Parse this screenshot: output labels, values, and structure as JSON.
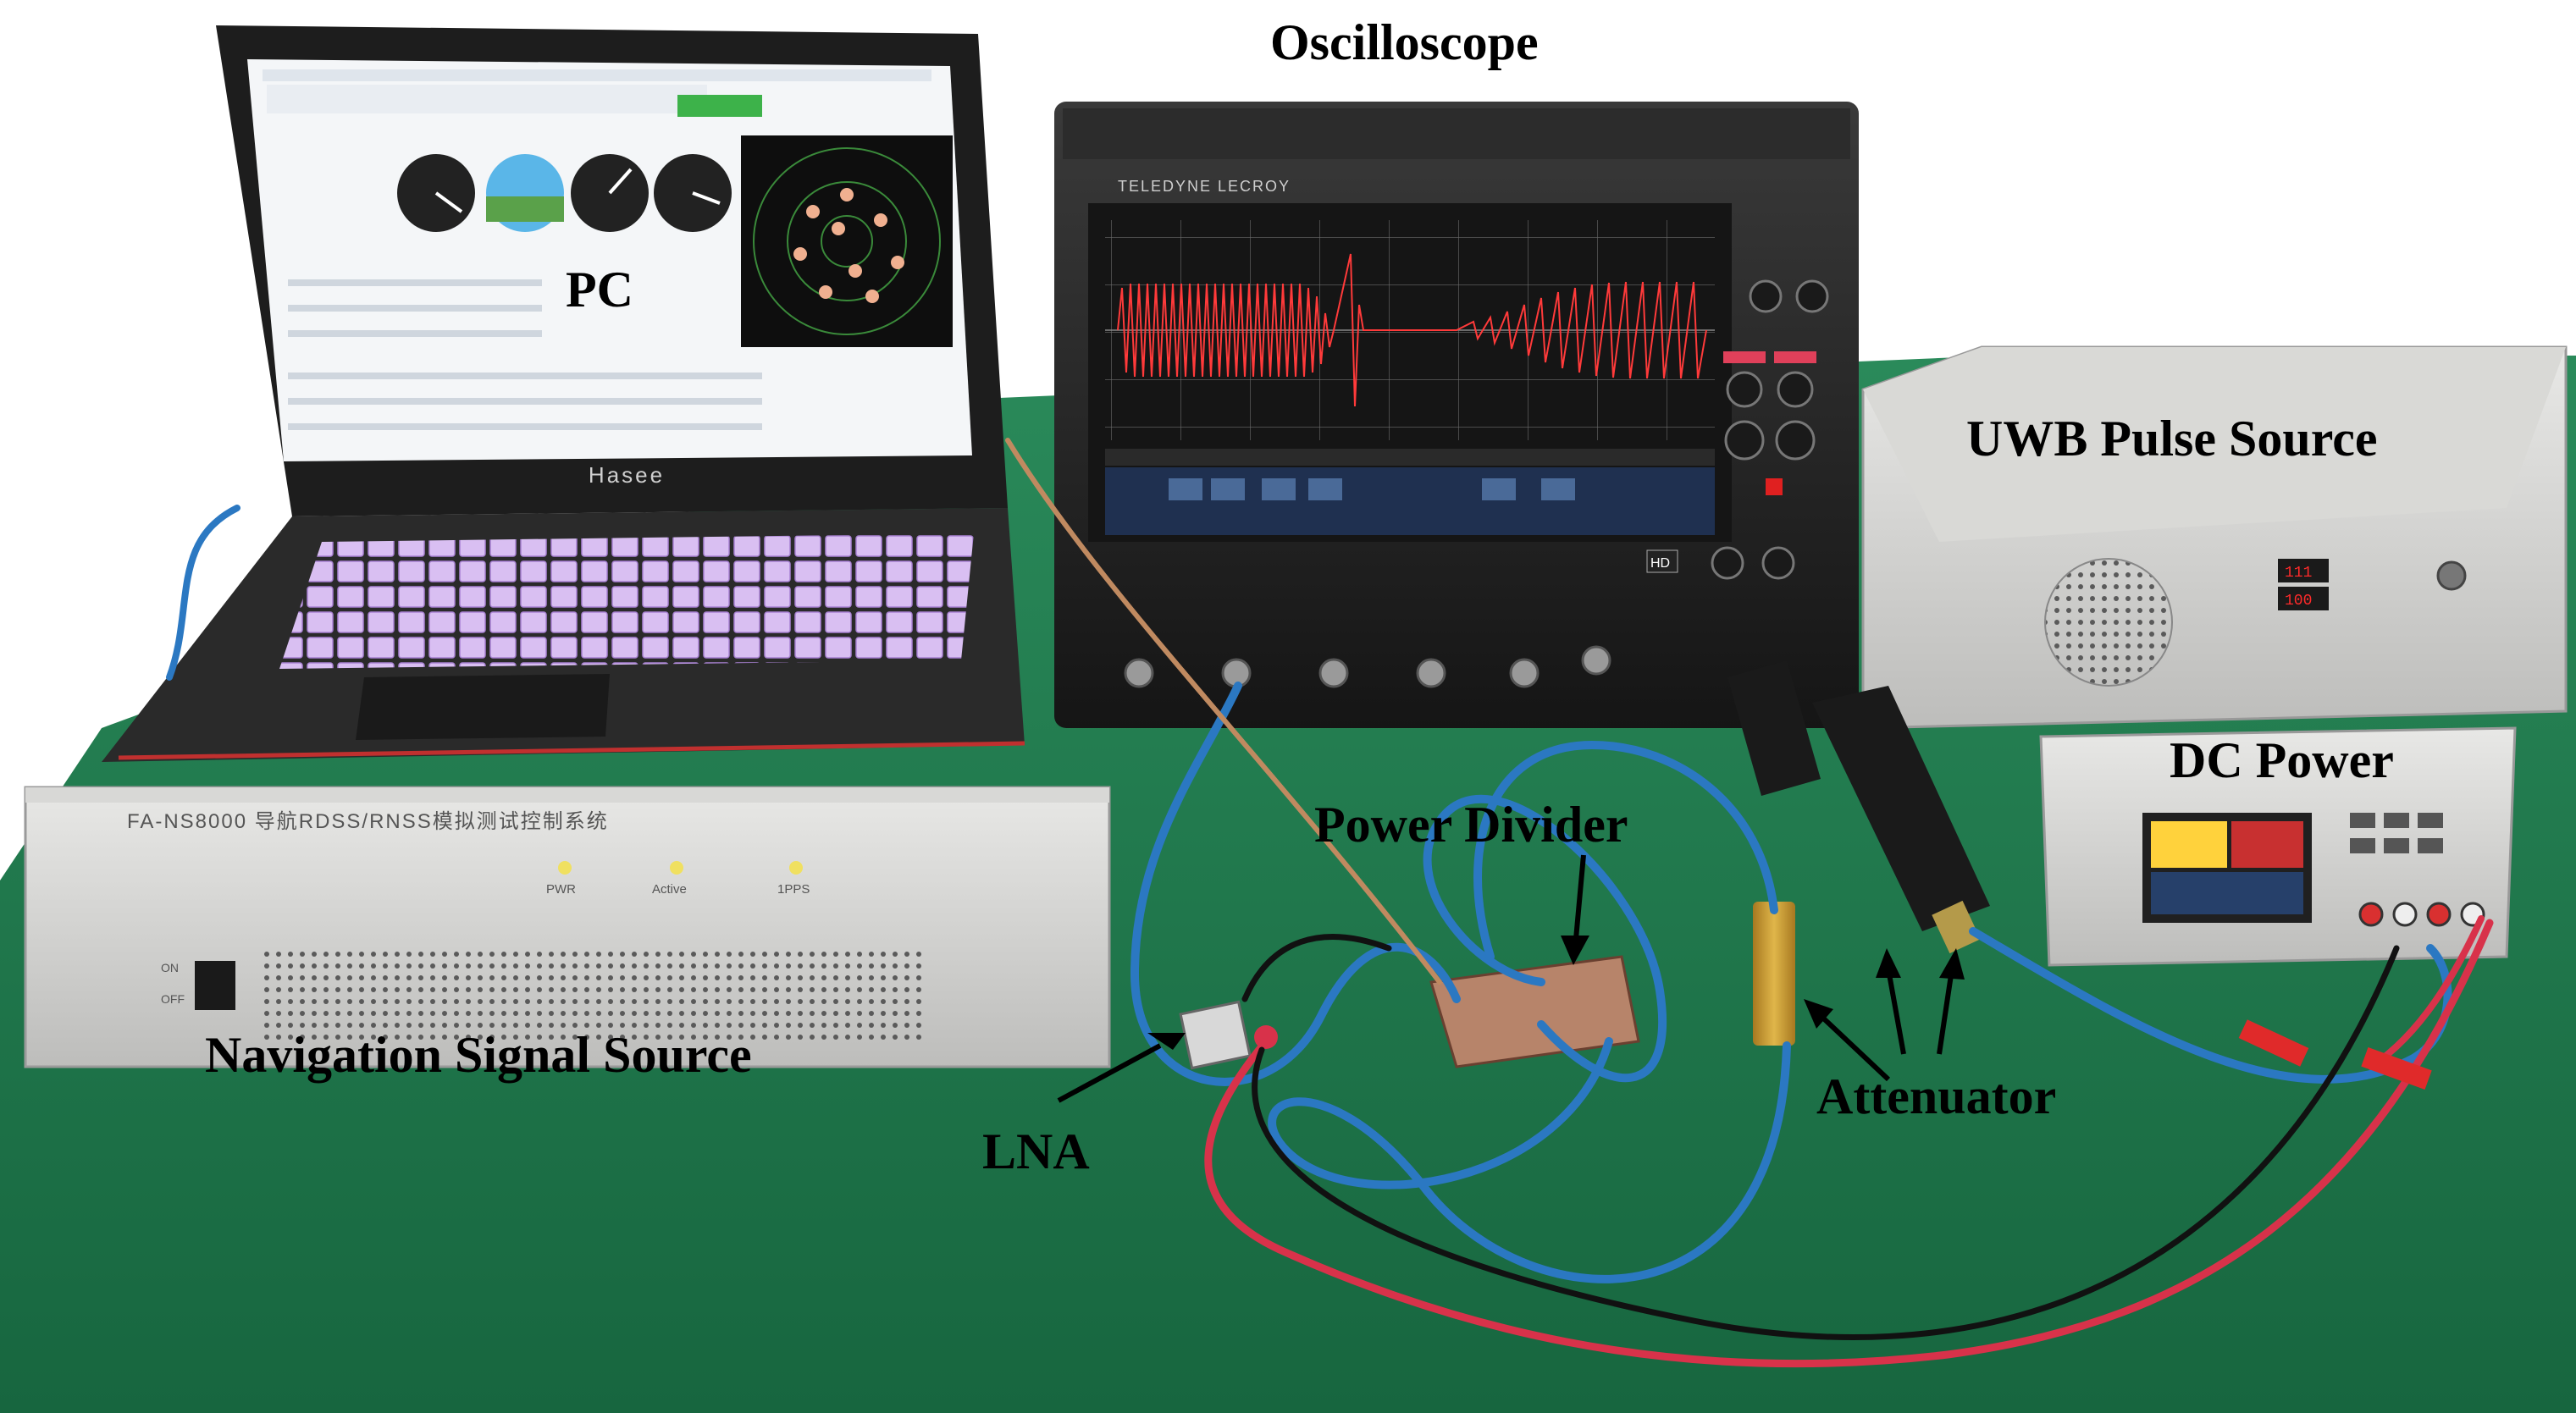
{
  "labels": {
    "oscilloscope": "Oscilloscope",
    "pc": "PC",
    "uwb_pulse_source": "UWB Pulse Source",
    "dc_power": "DC Power",
    "power_divider": "Power Divider",
    "navigation_signal_source": "Navigation Signal Source",
    "lna": "LNA",
    "attenuator": "Attenuator"
  },
  "device_markings": {
    "laptop_brand": "Hasee",
    "nav_source_model": "FA-NS8000",
    "nav_source_title": "导航RDSS/RNSS模拟测试控制系统",
    "nav_led_1": "PWR",
    "nav_led_2": "Active",
    "nav_led_3": "1PPS",
    "nav_switch_on": "ON",
    "nav_switch_off": "OFF",
    "scope_brand": "TELEDYNE LECROY",
    "scope_badge": "HD"
  },
  "colors": {
    "background": "#ffffff",
    "table_green": "#1f7a4e",
    "wall_white": "#f2f2ef",
    "cable_blue": "#2b78c2",
    "cable_red": "#d8324a",
    "waveform_red": "#ff3a3a",
    "keyboard_purple": "#c9a6e8",
    "brass_gold": "#c99a2e"
  }
}
